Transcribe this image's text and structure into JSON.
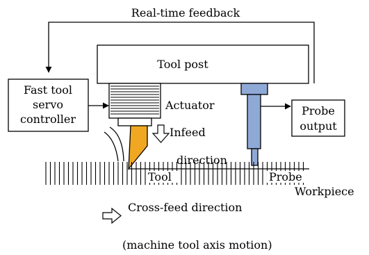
{
  "labels": {
    "feedback": "Real-time feedback",
    "tool_post": "Tool post",
    "controller_line1": "Fast tool",
    "controller_line2": "servo",
    "controller_line3": "controller",
    "actuator": "Actuator",
    "infeed": "Infeed",
    "direction": "direction",
    "probe_output_line1": "Probe",
    "probe_output_line2": "output",
    "tool": "Tool",
    "probe": "Probe",
    "workpiece": "Workpiece",
    "cross_feed": "Cross-feed direction",
    "axis_motion": "(machine tool axis motion)"
  },
  "colors": {
    "tool": "#f0a822",
    "probe": "#8fa9d6",
    "stroke": "#000000"
  }
}
